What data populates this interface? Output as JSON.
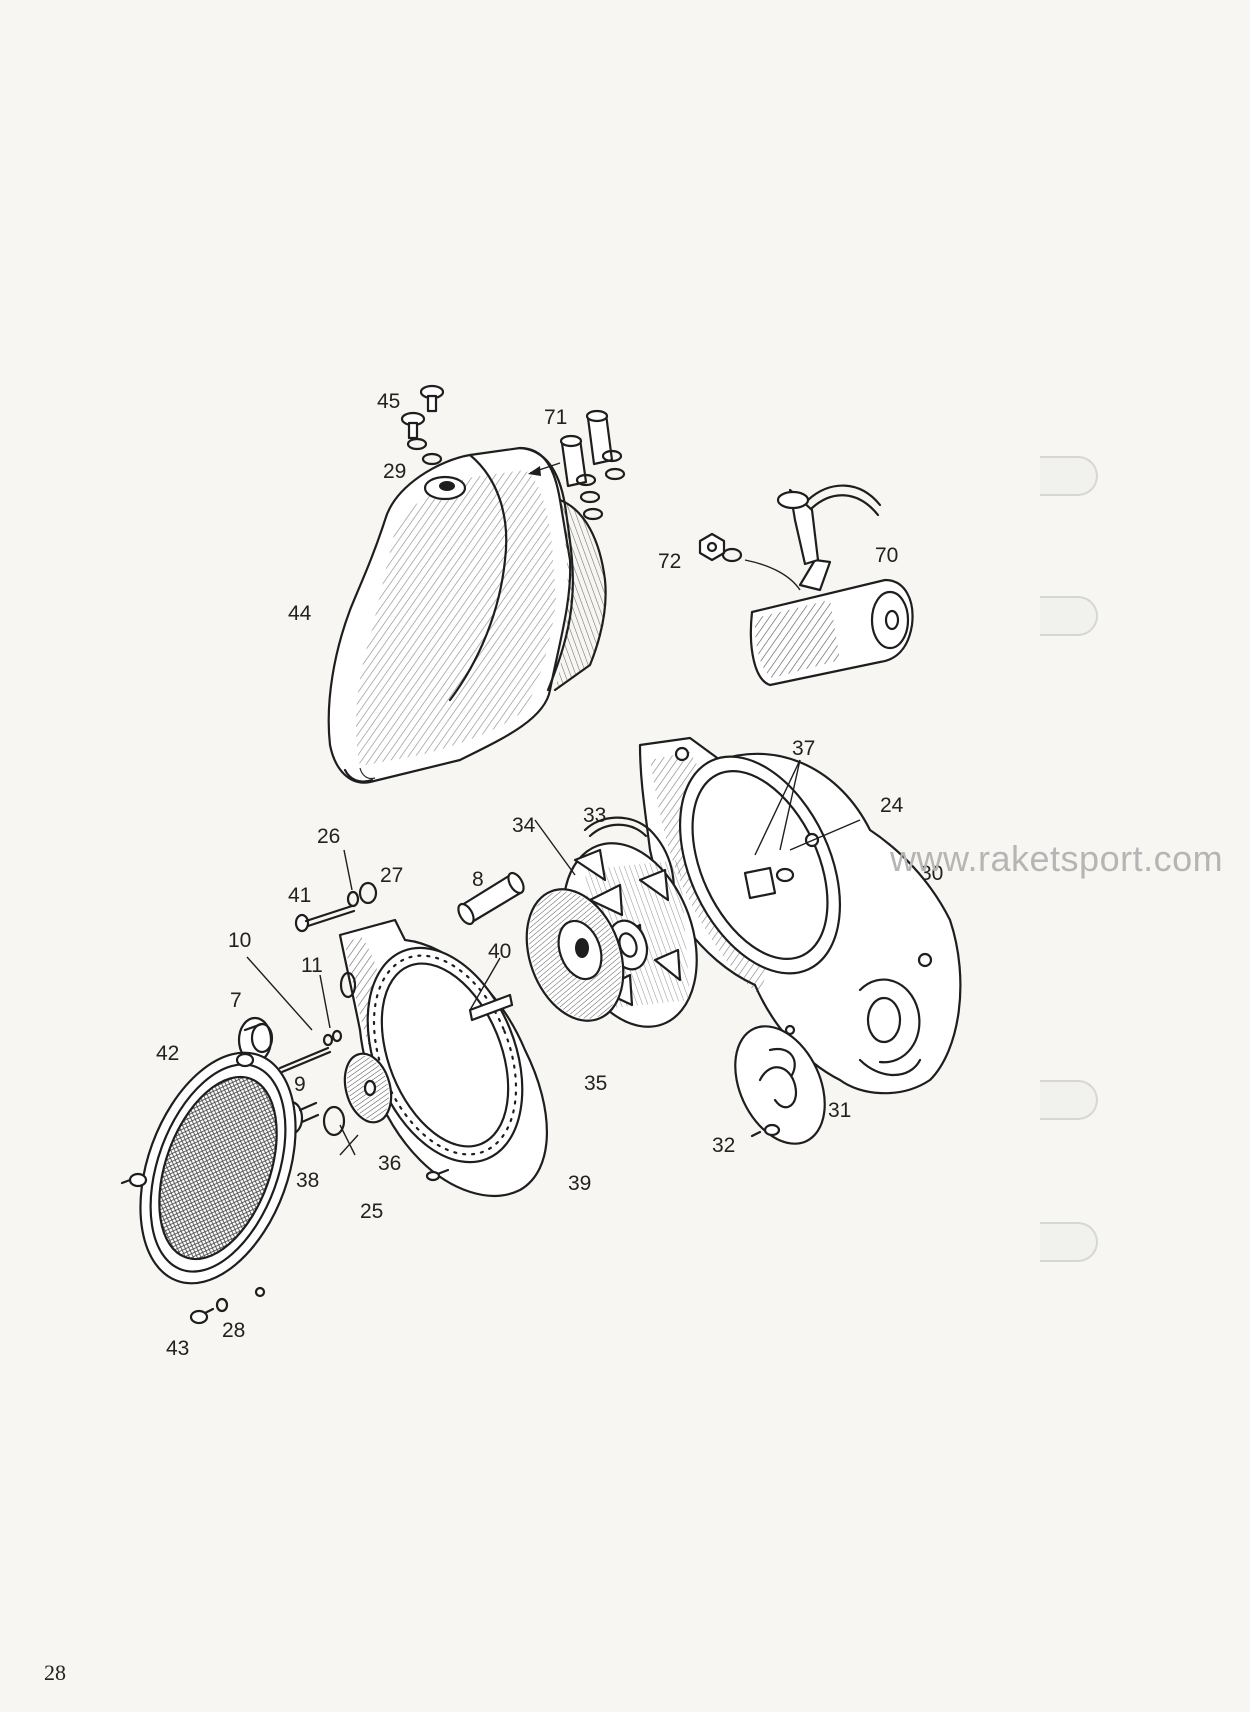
{
  "page_number": "28",
  "watermark": "www.raketsport.com",
  "callouts": [
    {
      "id": "45",
      "label": "45"
    },
    {
      "id": "71",
      "label": "71"
    },
    {
      "id": "29",
      "label": "29"
    },
    {
      "id": "44",
      "label": "44"
    },
    {
      "id": "72",
      "label": "72"
    },
    {
      "id": "70",
      "label": "70"
    },
    {
      "id": "37",
      "label": "37"
    },
    {
      "id": "24",
      "label": "24"
    },
    {
      "id": "34",
      "label": "34"
    },
    {
      "id": "33",
      "label": "33"
    },
    {
      "id": "30",
      "label": "30"
    },
    {
      "id": "26",
      "label": "26"
    },
    {
      "id": "27",
      "label": "27"
    },
    {
      "id": "41",
      "label": "41"
    },
    {
      "id": "8",
      "label": "8"
    },
    {
      "id": "10",
      "label": "10"
    },
    {
      "id": "11",
      "label": "11"
    },
    {
      "id": "40",
      "label": "40"
    },
    {
      "id": "7",
      "label": "7"
    },
    {
      "id": "42",
      "label": "42"
    },
    {
      "id": "9",
      "label": "9"
    },
    {
      "id": "35",
      "label": "35"
    },
    {
      "id": "31",
      "label": "31"
    },
    {
      "id": "36",
      "label": "36"
    },
    {
      "id": "38",
      "label": "38"
    },
    {
      "id": "25",
      "label": "25"
    },
    {
      "id": "39",
      "label": "39"
    },
    {
      "id": "32",
      "label": "32"
    },
    {
      "id": "43",
      "label": "43"
    },
    {
      "id": "28",
      "label": "28"
    }
  ]
}
